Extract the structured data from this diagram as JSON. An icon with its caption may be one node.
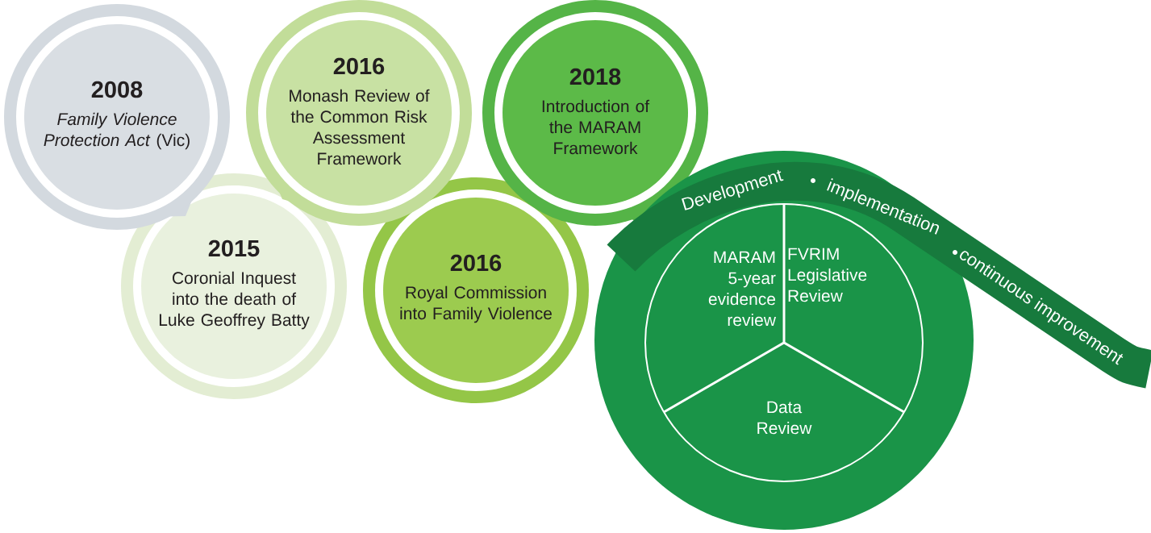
{
  "diagram": {
    "nodes": [
      {
        "text": [
          "2008",
          "*Family Violence Protection Act* (Vic)"
        ]
      },
      {
        "text": [
          "2015",
          "Coronial Inquest into the death of Luke Geoffrey Batty"
        ]
      },
      {
        "text": [
          "2016",
          "Monash Review of the Common Risk Assessment Framework"
        ]
      },
      {
        "text": [
          "2016",
          "Royal Commission into Family Violence"
        ]
      },
      {
        "text": [
          "2018",
          "Introduction of the MARAM Framework"
        ]
      },
      {
        "text": [
          "Development",
          "implementation",
          "continuous improvement"
        ]
      },
      {
        "text": [],
        "shape": "circle"
      },
      {
        "text": [
          "MARAM 5-year evidence review"
        ]
      },
      {
        "text": [
          "FVRIM Legislative Review"
        ]
      },
      {
        "text": [
          "Data Review"
        ],
        "in": 6
      }
    ]
  }
}
